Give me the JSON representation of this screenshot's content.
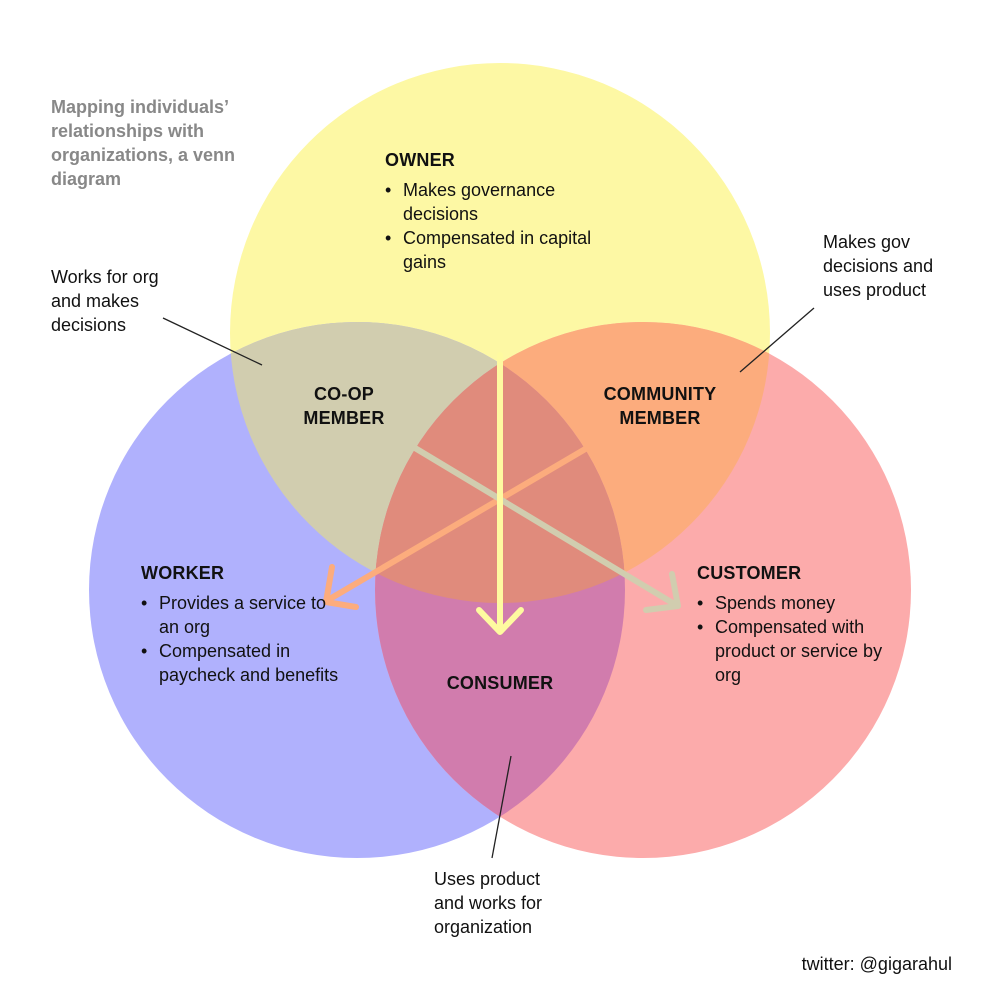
{
  "title": "Mapping individuals’ relationships with organizations, a venn diagram",
  "credit": "twitter: @gigarahul",
  "colors": {
    "owner_circle": "#fdf8a4",
    "worker_circle": "#b0b1fd",
    "customer_circle": "#fcabab",
    "coop_overlap": "#d1cdaf",
    "community_overlap": "#fcac7d",
    "consumer_overlap": "#d17cad",
    "center_overlap": "#e08b7c",
    "arrow_yellow": "#fefaa0",
    "arrow_orange": "#fcac7d",
    "arrow_tan": "#d1cdaf"
  },
  "owner": {
    "heading": "OWNER",
    "bullets": [
      "Makes governance decisions",
      "Compensated in capital gains"
    ]
  },
  "worker": {
    "heading": "WORKER",
    "bullets": [
      "Provides a service to an org",
      "Compensated in paycheck and benefits"
    ]
  },
  "customer": {
    "heading": "CUSTOMER",
    "bullets": [
      "Spends money",
      "Compensated with product or service by org"
    ]
  },
  "coop": {
    "line1": "CO-OP",
    "line2": "MEMBER"
  },
  "community": {
    "line1": "COMMUNITY",
    "line2": "MEMBER"
  },
  "consumer": {
    "heading": "CONSUMER"
  },
  "annotations": {
    "coop_note": "Works for org and makes decisions",
    "community_note": "Makes gov decisions and uses product",
    "consumer_note": "Uses product and works for organization"
  }
}
